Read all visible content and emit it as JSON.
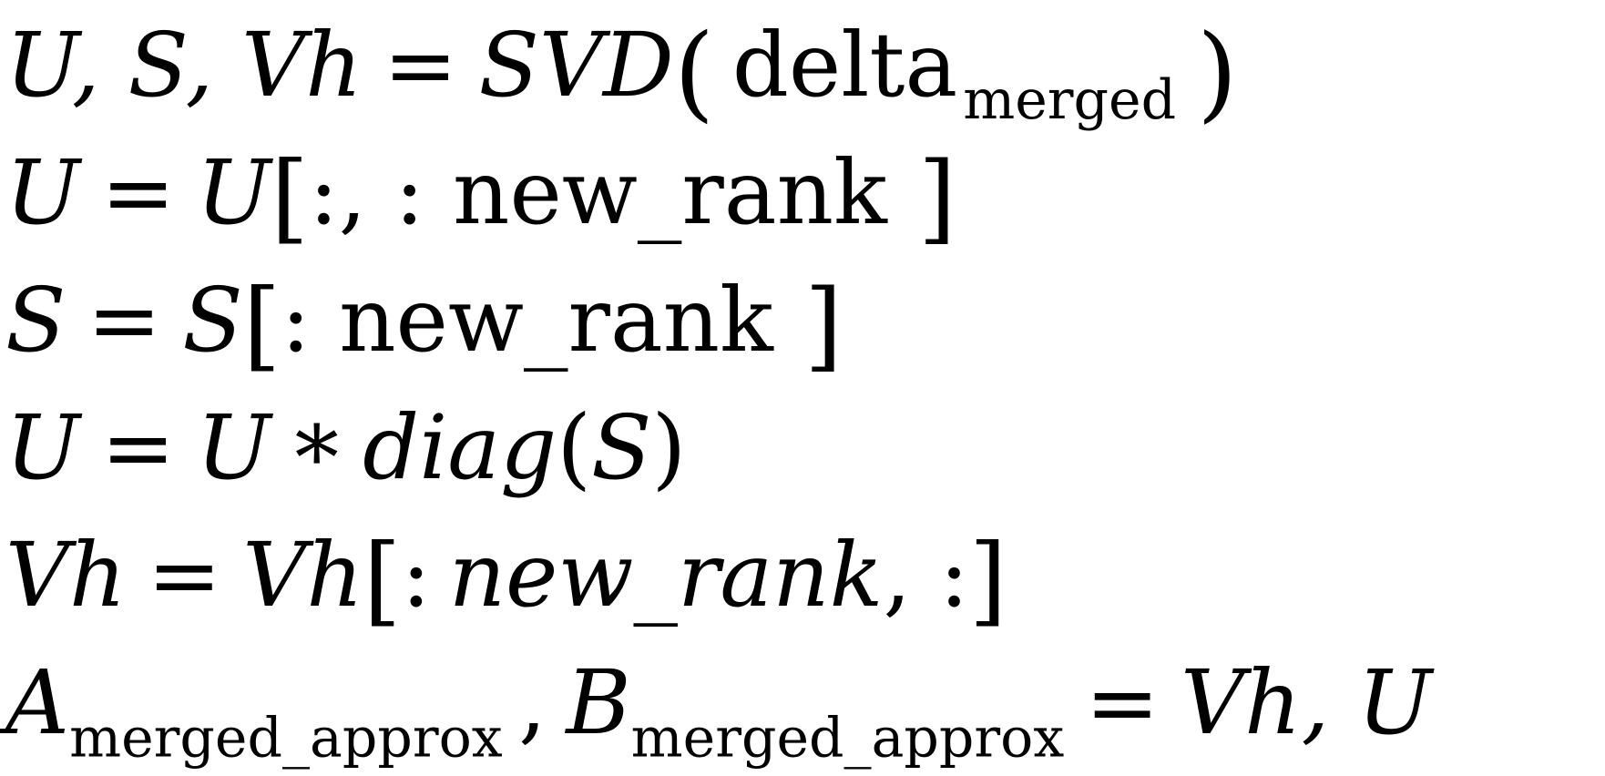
{
  "colors": {
    "text": "#000000",
    "background": "#ffffff"
  },
  "equations": {
    "line1": {
      "lhs": "U, S, Vh",
      "equals": "=",
      "func": "SVD",
      "open_paren": "(",
      "arg": "delta",
      "arg_sub": "merged",
      "close_paren": ")"
    },
    "line2": {
      "lhs": "U",
      "equals": "=",
      "rhs": "U",
      "open_bracket": "[",
      "index": ":, :",
      "index_name": "new_rank",
      "close_bracket": "]"
    },
    "line3": {
      "lhs": "S",
      "equals": "=",
      "rhs": "S",
      "open_bracket": "[",
      "index": ":",
      "index_name": "new_rank",
      "close_bracket": "]"
    },
    "line4": {
      "lhs": "U",
      "equals": "=",
      "rhs": "U",
      "operator": "∗",
      "func": "diag",
      "open_paren": "(",
      "arg": "S",
      "close_paren": ")"
    },
    "line5": {
      "lhs": "Vh",
      "equals": "=",
      "rhs": "Vh",
      "open_bracket": "[",
      "index_prefix": ":",
      "index_name": "new_rank",
      "index_suffix": ", :",
      "close_bracket": "]"
    },
    "line6": {
      "var_a": "A",
      "var_a_sub": "merged_approx",
      "comma": ",",
      "var_b": "B",
      "var_b_sub": "merged_approx",
      "equals": "=",
      "rhs": "Vh, U"
    }
  }
}
